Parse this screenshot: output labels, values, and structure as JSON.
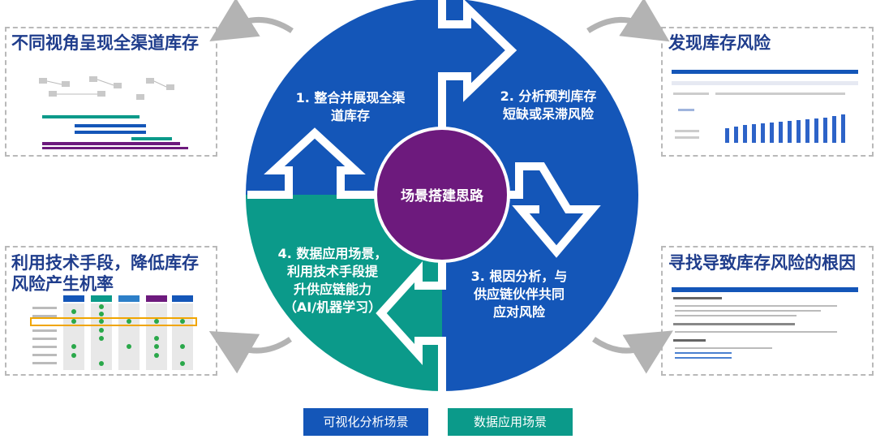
{
  "colors": {
    "blue": "#1456b8",
    "teal": "#0b9a8a",
    "purple": "#6d1a7d",
    "title": "#1f3d8c",
    "arrow_gray": "#b3b3b3"
  },
  "center": {
    "label": "场景搭建思路"
  },
  "quadrants": [
    {
      "lines": [
        "1. 整合并展现全渠",
        "道库存"
      ]
    },
    {
      "lines": [
        "2. 分析预判库存",
        "短缺或呆滞风险"
      ]
    },
    {
      "lines": [
        "3. 根因分析，与",
        "供应链伙伴共同",
        "应对风险"
      ]
    },
    {
      "lines": [
        "4. 数据应用场景，",
        "利用技术手段提",
        "升供应链能力",
        "（AI/机器学习）"
      ]
    }
  ],
  "panels": {
    "top_left": {
      "title": "不同视角呈现全渠道库存"
    },
    "top_right": {
      "title": "发现库存风险"
    },
    "bottom_left": {
      "title_line1": "利用技术手段，降低库存",
      "title_line2": "风险产生机率"
    },
    "bottom_right": {
      "title": "寻找导致库存风险的根因"
    }
  },
  "legend": {
    "visual": "可视化分析场景",
    "data": "数据应用场景"
  }
}
